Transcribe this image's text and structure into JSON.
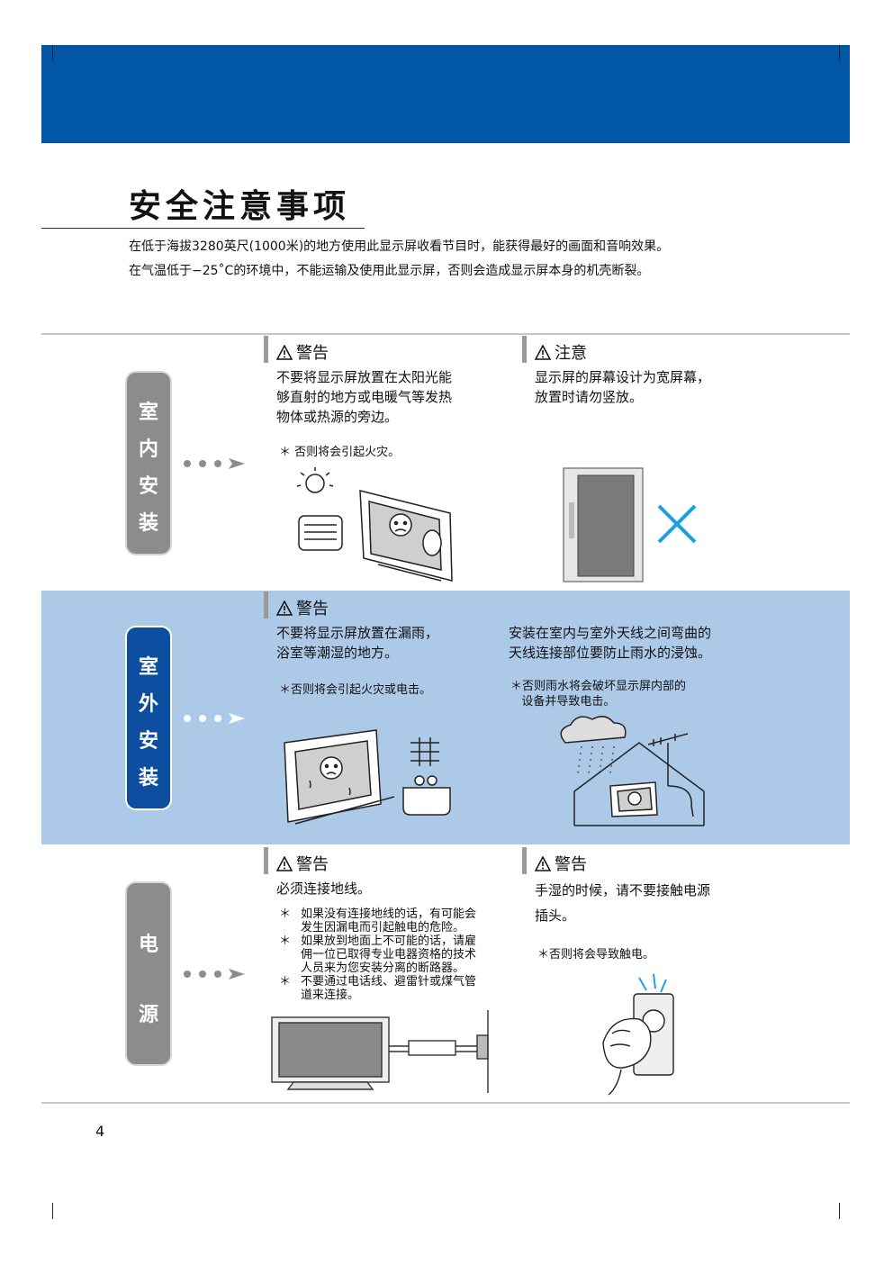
{
  "page_title": "安全注意事项",
  "intro": [
    "在低于海拔3280英尺(1000米)的地方使用此显示屏收看节目时，能获得最好的画面和音响效果。",
    "在气温低于−25˚C的环境中，不能运输及使用此显示屏，否则会造成显示屏本身的机壳断裂。"
  ],
  "sections": [
    {
      "label_chars": [
        "室",
        "内",
        "安",
        "装"
      ],
      "left": {
        "header": "警告",
        "body": [
          "不要将显示屏放置在太阳光能",
          "够直射的地方或电暖气等发热",
          "物体或热源的旁边。"
        ],
        "note": "＊  否则将会引起火灾。"
      },
      "right": {
        "header": "注意",
        "body": [
          "显示屏的屏幕设计为宽屏幕，",
          "放置时请勿竖放。"
        ]
      }
    },
    {
      "label_chars": [
        "室",
        "外",
        "安",
        "装"
      ],
      "left": {
        "header": "警告",
        "body": [
          "不要将显示屏放置在漏雨，",
          "浴室等潮湿的地方。"
        ],
        "note": "＊否则将会引起火灾或电击。"
      },
      "right": {
        "body": [
          "安装在室内与室外天线之间弯曲的",
          "天线连接部位要防止雨水的浸蚀。"
        ],
        "note": [
          "＊否则雨水将会破坏显示屏内部的",
          "   设备并导致电击。"
        ]
      }
    },
    {
      "label_chars": [
        "电",
        "源"
      ],
      "left": {
        "header": "警告",
        "body": [
          "必须连接地线。"
        ],
        "bullets": [
          [
            "如果没有连接地线的话，有可能会",
            "发生因漏电而引起触电的危险。"
          ],
          [
            "如果放到地面上不可能的话，请雇",
            "佣一位已取得专业电器资格的技术",
            "人员来为您安装分离的断路器。"
          ],
          [
            "不要通过电话线、避雷针或煤气管",
            "道来连接。"
          ]
        ],
        "bullet_star": "＊"
      },
      "right": {
        "header": "警告",
        "body": [
          "手湿的时候，请不要接触电源",
          "插头。"
        ],
        "note": "＊否则将会导致触电。"
      }
    }
  ],
  "page_number": "4",
  "colors": {
    "banner": "#0156a6",
    "band": "#adc9e8",
    "pill_gray": "#8c8c8c",
    "pill_blue": "#0d4ea0",
    "x_mark": "#1aa2e0"
  }
}
